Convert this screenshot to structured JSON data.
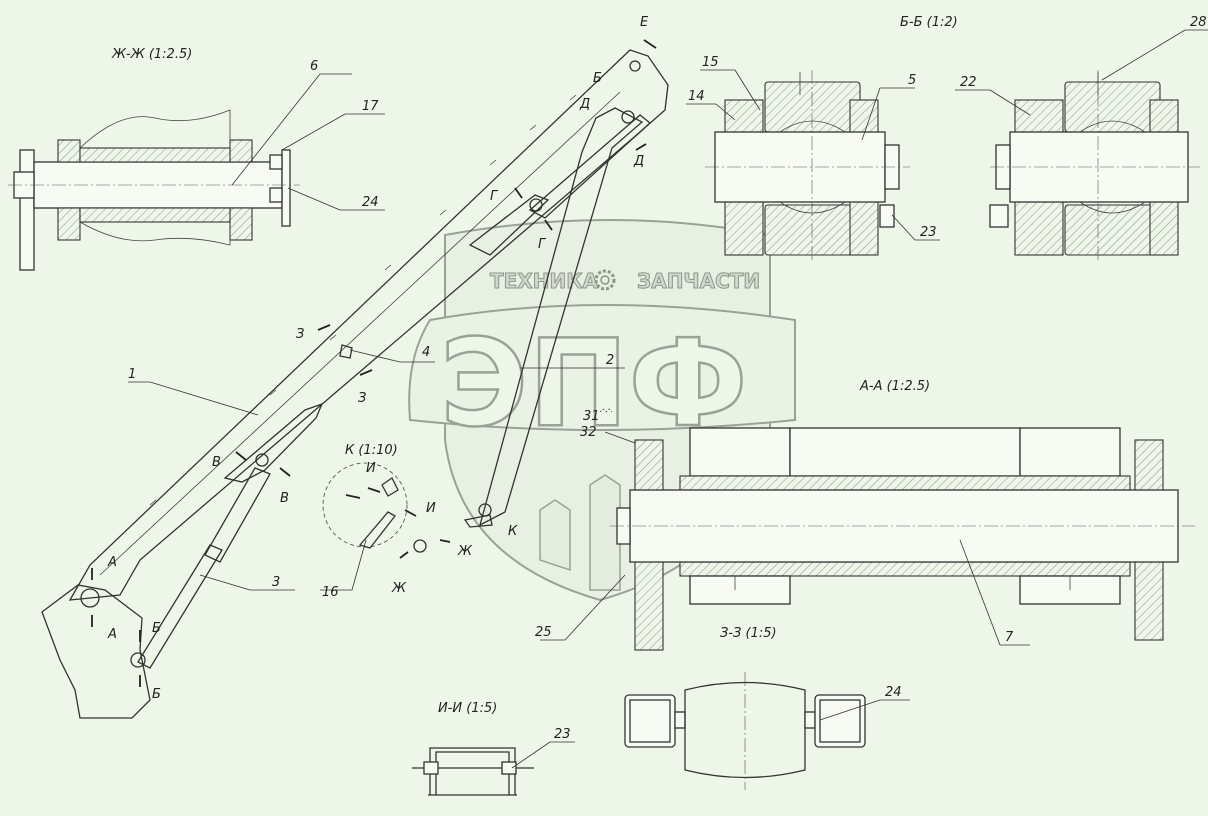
{
  "views": {
    "zh_zh": "Ж-Ж (1:2.5)",
    "b_b": "Б-Б (1:2)",
    "a_a": "А-А (1:2.5)",
    "k": "К (1:10)",
    "z_z": "З-З (1:5)",
    "i_i": "И-И (1:5)"
  },
  "callouts": {
    "p1": "1",
    "p2": "2",
    "p3a": "3",
    "p4": "4",
    "p5": "5",
    "p6": "6",
    "p7": "7",
    "p14": "14",
    "p15": "15",
    "p16": "16",
    "p17": "17",
    "p22": "22",
    "p23a": "23",
    "p23b": "23",
    "p24a": "24",
    "p24b": "24",
    "p25": "25",
    "p28": "28",
    "p31": "31",
    "p32": "32"
  },
  "section_marks": {
    "e": "Е",
    "b1": "Б",
    "d1": "Д",
    "d2": "Д",
    "g1": "Г",
    "g2": "Г",
    "z1": "З",
    "z2": "З",
    "v1": "В",
    "v2": "В",
    "a1": "А",
    "a2": "А",
    "b2": "Б",
    "b3": "Б",
    "zh1": "Ж",
    "zh2": "Ж",
    "k": "К",
    "i1": "И",
    "i2": "И"
  },
  "watermark": {
    "left": "ТЕХНИКА",
    "right": "ЗАПЧАСТИ",
    "logo": "ЭПФ",
    "gear_icon": "gear-icon"
  },
  "colors": {
    "background": "#eef5e9",
    "line": "#333333",
    "watermark": "#9aa196"
  }
}
